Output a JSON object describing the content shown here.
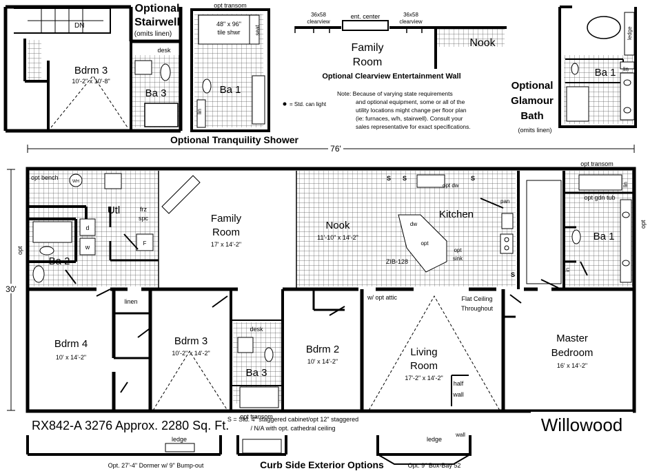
{
  "insets": {
    "stairwell": {
      "title_line1": "Optional",
      "title_line2": "Stairwell",
      "note": "(omits linen)",
      "dn": "DN",
      "bdrm_name": "Bdrm 3",
      "bdrm_dims": "10'-2\" x 10'-8\"",
      "ba_name": "Ba 3",
      "desk": "desk"
    },
    "tranquility": {
      "transom": "opt transom",
      "shower": "48\" x 96\"",
      "shower2": "tile shwr",
      "seat": "seat",
      "ba_name": "Ba 1",
      "lin": "lin",
      "caption": "Optional Tranquility Shower"
    },
    "clearview": {
      "left_win": "36x58",
      "left_win2": "clearview",
      "center": "ent. center",
      "right_win": "36x58",
      "right_win2": "clearview",
      "family": "Family",
      "room": "Room",
      "nook": "Nook",
      "caption": "Optional Clearview Entertainment Wall"
    },
    "note": {
      "can_light": "= Std. can light",
      "line1": "Note:  Because of varying state requirements",
      "line2": "and optional equipment, some or all of the",
      "line3": "utility locations might change per floor plan",
      "line4": "(ie: furnaces, w/h, stairwell).  Consult your",
      "line5": "sales representative for exact specifications."
    },
    "glamour": {
      "title1": "Optional",
      "title2": "Glamour",
      "title3": "Bath",
      "note": "(omits linen)",
      "ledge": "ledge",
      "ba_name": "Ba 1",
      "lin": "lin"
    }
  },
  "dimensions": {
    "width": "76'",
    "depth": "30'"
  },
  "rooms": {
    "opt_bench": "opt bench",
    "wh": "WH",
    "utl": "Utl",
    "frz": "frz",
    "spc": "spc",
    "d": "d",
    "w": "w",
    "f": "F",
    "opt_left": "opt",
    "ba2": "Ba 2",
    "family": "Family",
    "family2": "Room",
    "family_dims": "17' x 14'-2\"",
    "nook": "Nook",
    "nook_dims": "11'-10\" x 14'-2\"",
    "kitchen": "Kitchen",
    "s1": "S",
    "s2": "S",
    "s3": "S",
    "s4": "S",
    "opt_dw": "opt dw",
    "pan": "pan",
    "dw": "dw",
    "opt": "opt",
    "opt_sink": "opt",
    "sink": "sink",
    "zib": "ZIB-128",
    "opt_transom_top": "opt transom",
    "opt_gdn_tub": "opt gdn tub",
    "lin_right": "lin",
    "ba1": "Ba 1",
    "in_right": "in",
    "opt_right": "opt",
    "linen": "linen",
    "bdrm4": "Bdrm 4",
    "bdrm4_dims": "10' x 14'-2\"",
    "bdrm3": "Bdrm 3",
    "bdrm3_dims": "10'-2\" x 14'-2\"",
    "desk": "desk",
    "ba3": "Ba 3",
    "bdrm2": "Bdrm 2",
    "bdrm2_dims": "10' x 14'-2\"",
    "opt_attic": "w/ opt attic",
    "flat_ceiling": "Flat Ceiling",
    "throughout": "Throughout",
    "living": "Living",
    "living2": "Room",
    "living_dims": "17'-2\" x 14'-2\"",
    "half": "half",
    "wall": "wall",
    "master": "Master",
    "master2": "Bedroom",
    "master_dims": "16' x 14'-2\""
  },
  "footer": {
    "model": "RX842-A 3276  Approx. 2280 Sq. Ft.",
    "legend1": "S = Std. 4\" staggered cabinet/opt 12\" staggered",
    "legend2": "/  N/A with opt. cathedral ceiling",
    "name": "Willowood",
    "opt_transom": "opt transom",
    "ledge1": "ledge",
    "ledge2": "ledge",
    "wall": "wall",
    "dormer": "Opt. 27'-4\" Dormer w/ 9\" Bump-out",
    "exterior": "Curb Side Exterior Options",
    "boxbay": "Opt. 9\" Box-Bay 52"
  }
}
